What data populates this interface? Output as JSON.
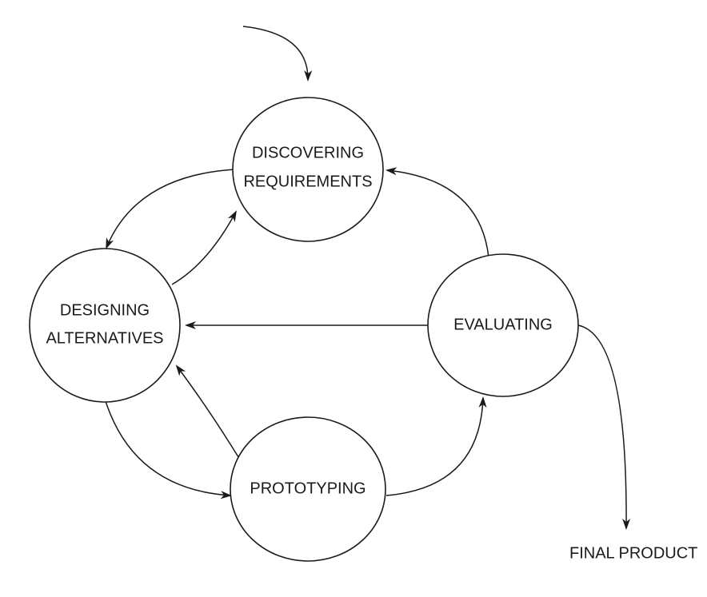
{
  "diagram": {
    "type": "process-cycle",
    "nodes": {
      "discovering": {
        "line1": "DISCOVERING",
        "line2": "REQUIREMENTS"
      },
      "designing": {
        "line1": "DESIGNING",
        "line2": "ALTERNATIVES"
      },
      "evaluating": {
        "label": "EVALUATING"
      },
      "prototyping": {
        "label": "PROTOTYPING"
      }
    },
    "final_product": {
      "label": "FINAL PRODUCT"
    },
    "edges": [
      {
        "from": "entry",
        "to": "discovering"
      },
      {
        "from": "discovering",
        "to": "designing"
      },
      {
        "from": "designing",
        "to": "discovering"
      },
      {
        "from": "evaluating",
        "to": "discovering"
      },
      {
        "from": "evaluating",
        "to": "designing"
      },
      {
        "from": "designing",
        "to": "prototyping"
      },
      {
        "from": "prototyping",
        "to": "designing"
      },
      {
        "from": "prototyping",
        "to": "evaluating"
      },
      {
        "from": "evaluating",
        "to": "final_product"
      }
    ],
    "colors": {
      "stroke": "#1a1a1a",
      "background": "#ffffff"
    }
  }
}
